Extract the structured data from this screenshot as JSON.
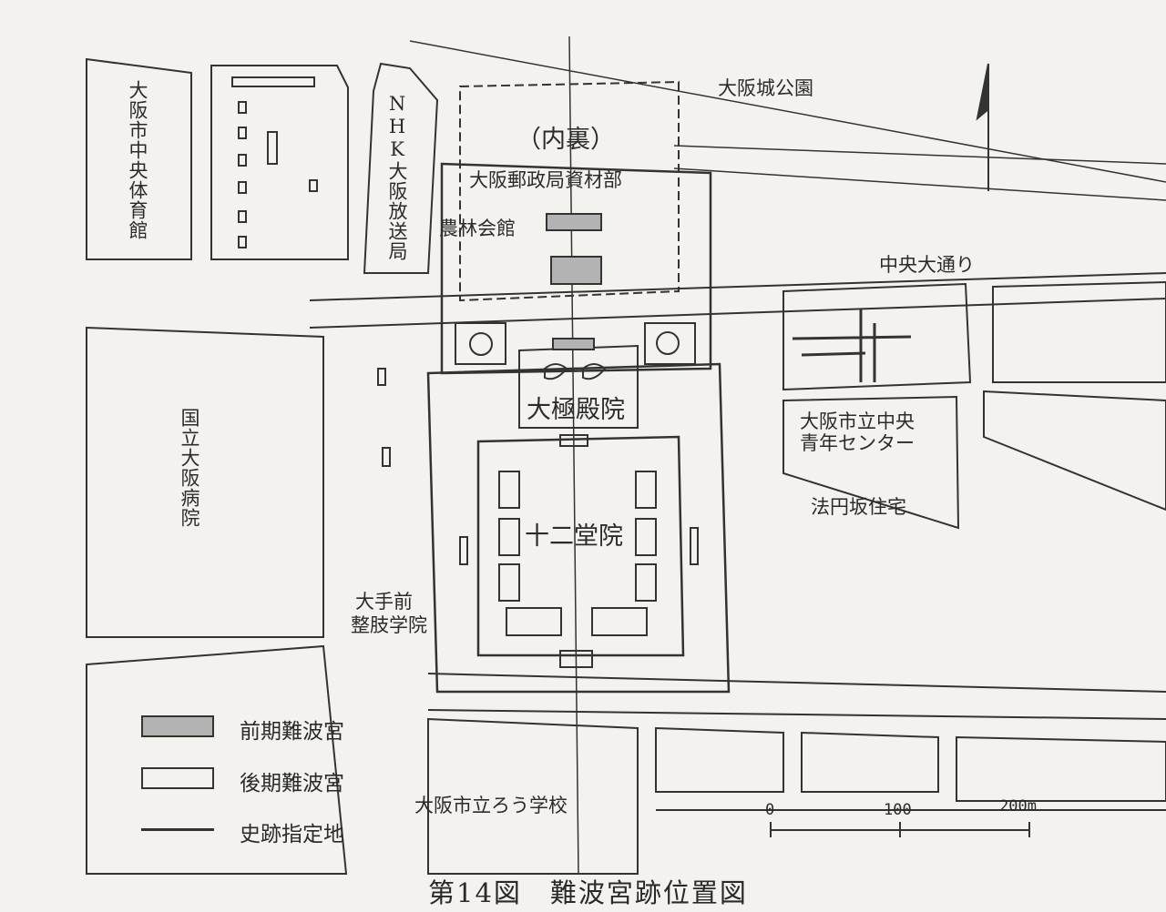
{
  "labels": {
    "gymnasium": "大阪市中央体育館",
    "nhk": "NHK大阪放送局",
    "castle_park": "大阪城公園",
    "dairi": "（内裏）",
    "postal": "大阪郵政局資材部",
    "norin": "農林会館",
    "chuo_odori": "中央大通り",
    "hospital": "国立大阪病院",
    "daigokuden": "大極殿院",
    "seinen_center_1": "大阪市立中央",
    "seinen_center_2": "青年センター",
    "hoenzaka": "法円坂住宅",
    "juni_dou": "十二堂院",
    "otemae_1": "大手前",
    "otemae_2": "整肢学院",
    "deaf_school": "大阪市立ろう学校"
  },
  "legend": {
    "early": "前期難波宮",
    "late": "後期難波宮",
    "site": "史跡指定地"
  },
  "scale": {
    "tick_0": "0",
    "tick_100": "100",
    "tick_200": "200m"
  },
  "caption": "第14図　難波宮跡位置図",
  "colors": {
    "paper": "#f4f2ee",
    "ink": "#2a2a2a",
    "early_palace_fill": "#b3b3b3"
  }
}
